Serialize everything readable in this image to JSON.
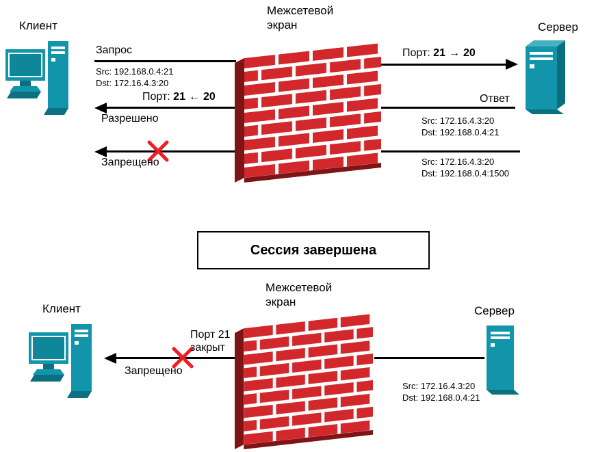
{
  "colors": {
    "device_teal": "#1295aa",
    "device_teal_dark": "#0c7080",
    "brick_red": "#d2272b",
    "brick_side_dark": "#7e1416",
    "mortar_white": "#ffffff",
    "cross_red": "#ee1c25",
    "line_black": "#000000"
  },
  "top": {
    "client_label": "Клиент",
    "firewall_label": [
      "Межсетевой",
      "экран"
    ],
    "server_label": "Сервер",
    "request": {
      "label": "Запрос",
      "src": "Src: 192.168.0.4:21",
      "dst": "Dst: 172.16.4.3:20",
      "port_prefix": "Порт:",
      "port_from": "21",
      "port_arrow": "→",
      "port_to": "20"
    },
    "response": {
      "label": "Ответ",
      "src": "Src: 172.16.4.3:20",
      "dst": "Dst: 192.168.0.4:21",
      "port_prefix": "Порт:",
      "port_from": "21",
      "port_arrow": "←",
      "port_to": "20",
      "allowed_label": "Разрешено"
    },
    "blocked": {
      "label": "Запрещено",
      "src": "Src: 172.16.4.3:20",
      "dst": "Dst: 192.168.0.4:1500"
    }
  },
  "banner": {
    "text": "Сессия завершена"
  },
  "bottom": {
    "client_label": "Клиент",
    "firewall_label": [
      "Межсетевой",
      "экран"
    ],
    "server_label": "Сервер",
    "port_closed": [
      "Порт 21",
      "закрыт"
    ],
    "blocked_label": "Запрещено",
    "src": "Src: 172.16.4.3:20",
    "dst": "Dst: 192.168.0.4:21"
  }
}
